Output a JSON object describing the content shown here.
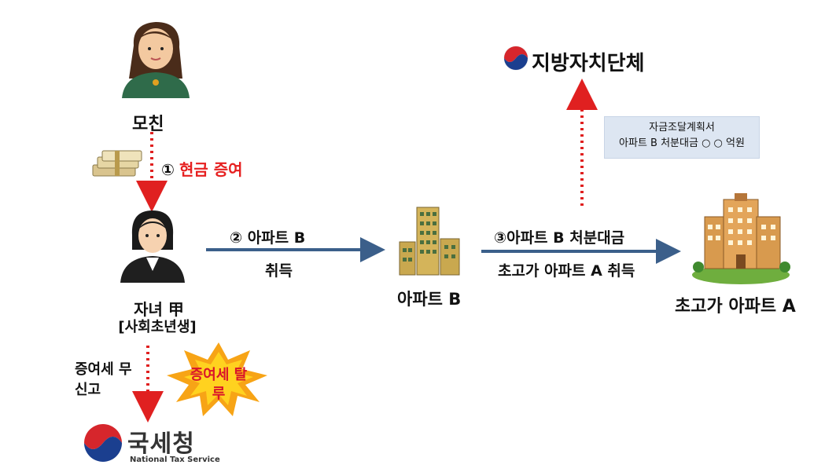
{
  "nodes": {
    "mother": "모친",
    "child_title": "자녀 甲",
    "child_subtitle": "[사회초년생]",
    "apartment_b": "아파트 B",
    "luxury_apartment_a": "초고가 아파트 A",
    "local_government": "지방자치단체",
    "nts_korean": "국세청",
    "nts_english": "National Tax Service"
  },
  "steps": {
    "step1_number": "①",
    "step1_text": "현금 증여",
    "step2_line1": "② 아파트 B",
    "step2_line2": "취득",
    "step3_line1": "③아파트 B 처분대금",
    "step3_line2": "초고가 아파트 A 취득"
  },
  "funding_plan": {
    "line1": "자금조달계획서",
    "line2": "아파트 B 처분대금 ○ ○ 억원"
  },
  "gift_tax_unreported": "증여세 무신고",
  "gift_tax_omission": "증여세 탈루",
  "colors": {
    "red_arrow": "#e02020",
    "blue_arrow": "#3b5f8a",
    "burst_outer": "#f7a416",
    "burst_inner": "#ffd21f",
    "burst_text": "#d9142a"
  },
  "icons": [
    "mother-avatar-icon",
    "cash-bundle-icon",
    "child-avatar-icon",
    "apartment-building-icon",
    "luxury-apartment-icon",
    "korea-government-emblem-icon",
    "explosion-burst-icon"
  ]
}
